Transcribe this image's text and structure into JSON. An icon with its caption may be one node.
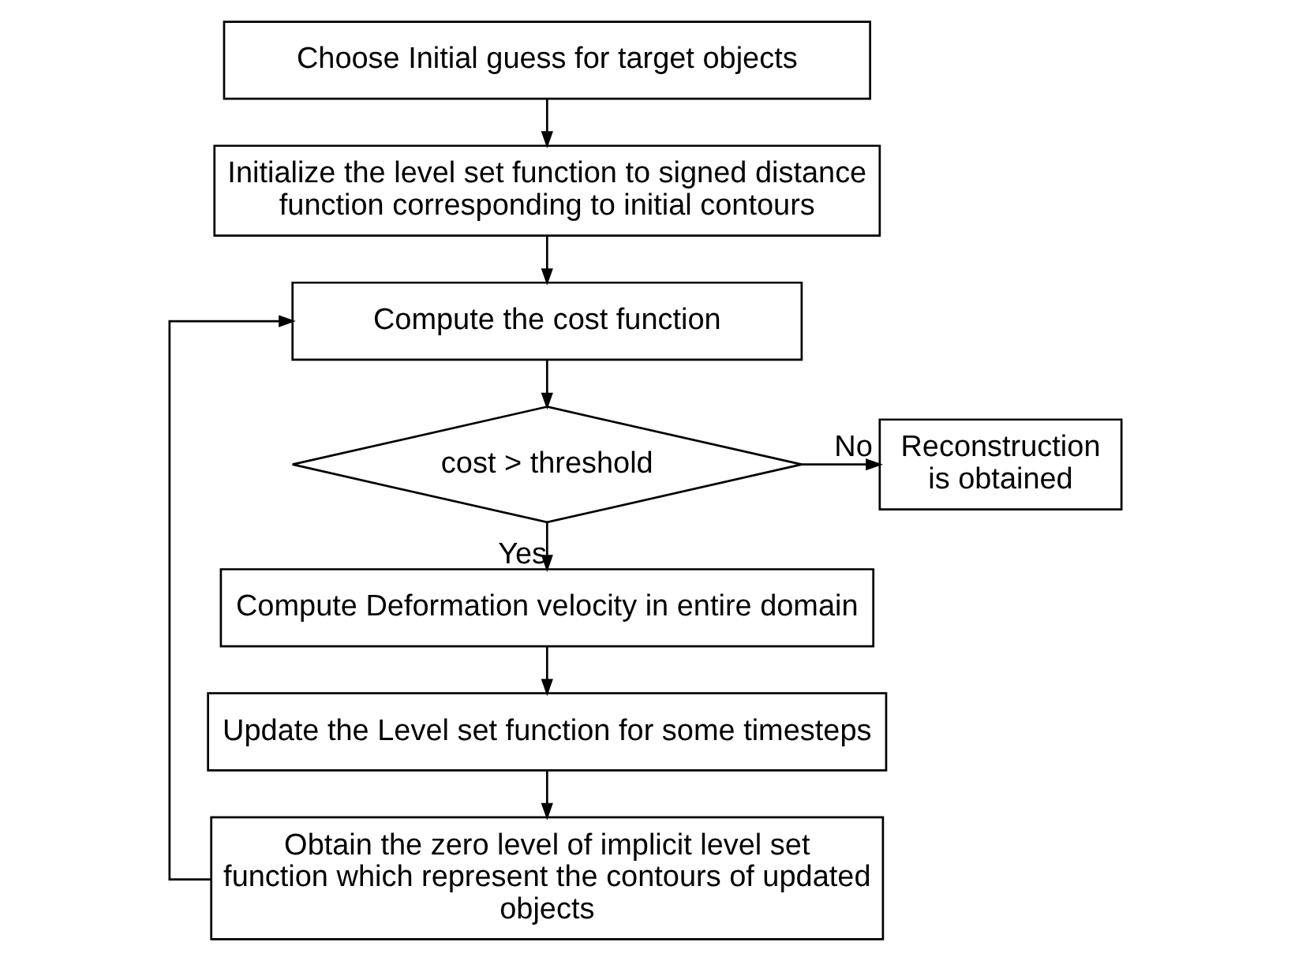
{
  "diagram": {
    "nodes": [
      {
        "text": [
          "Choose Initial guess for target objects"
        ]
      },
      {
        "text": [
          "Initialize the level set function to signed distance function corresponding to initial contours"
        ]
      },
      {
        "text": [
          "Compute the cost function"
        ]
      },
      {
        "text": [
          "cost > threshold"
        ]
      },
      {
        "text": [
          "Reconstruction is obtained"
        ]
      },
      {
        "text": [
          "Compute Deformation velocity in entire domain"
        ]
      },
      {
        "text": [
          "Update the Level set function for some timesteps"
        ]
      },
      {
        "text": [
          "Obtain the zero level of implicit level set function which represent the contours of updated objects"
        ]
      }
    ],
    "edges": [
      {
        "from": 0,
        "to": 1,
        "arrow": "to"
      },
      {
        "from": 1,
        "to": 2,
        "arrow": "to"
      },
      {
        "from": 2,
        "to": 3,
        "arrow": "to"
      },
      {
        "from": 3,
        "to": 4,
        "arrow": "to",
        "label": "No"
      },
      {
        "from": 3,
        "to": 5,
        "arrow": "to",
        "label": "Yes"
      },
      {
        "from": 5,
        "to": 6,
        "arrow": "to"
      },
      {
        "from": 6,
        "to": 7,
        "arrow": "to"
      },
      {
        "from": 7,
        "to": 2,
        "arrow": "to"
      }
    ]
  }
}
